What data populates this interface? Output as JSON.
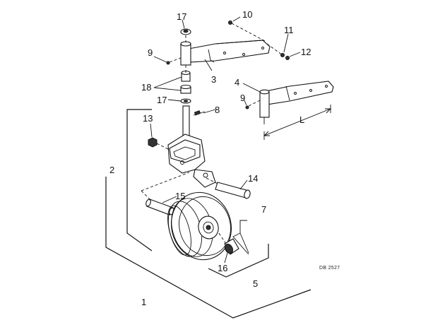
{
  "diagram": {
    "callouts": [
      "1",
      "2",
      "3",
      "4",
      "5",
      "7",
      "8",
      "9",
      "10",
      "11",
      "12",
      "13",
      "14",
      "15",
      "16",
      "17",
      "18"
    ],
    "dimension_label": "L",
    "drawing_code": "DB 2527"
  }
}
